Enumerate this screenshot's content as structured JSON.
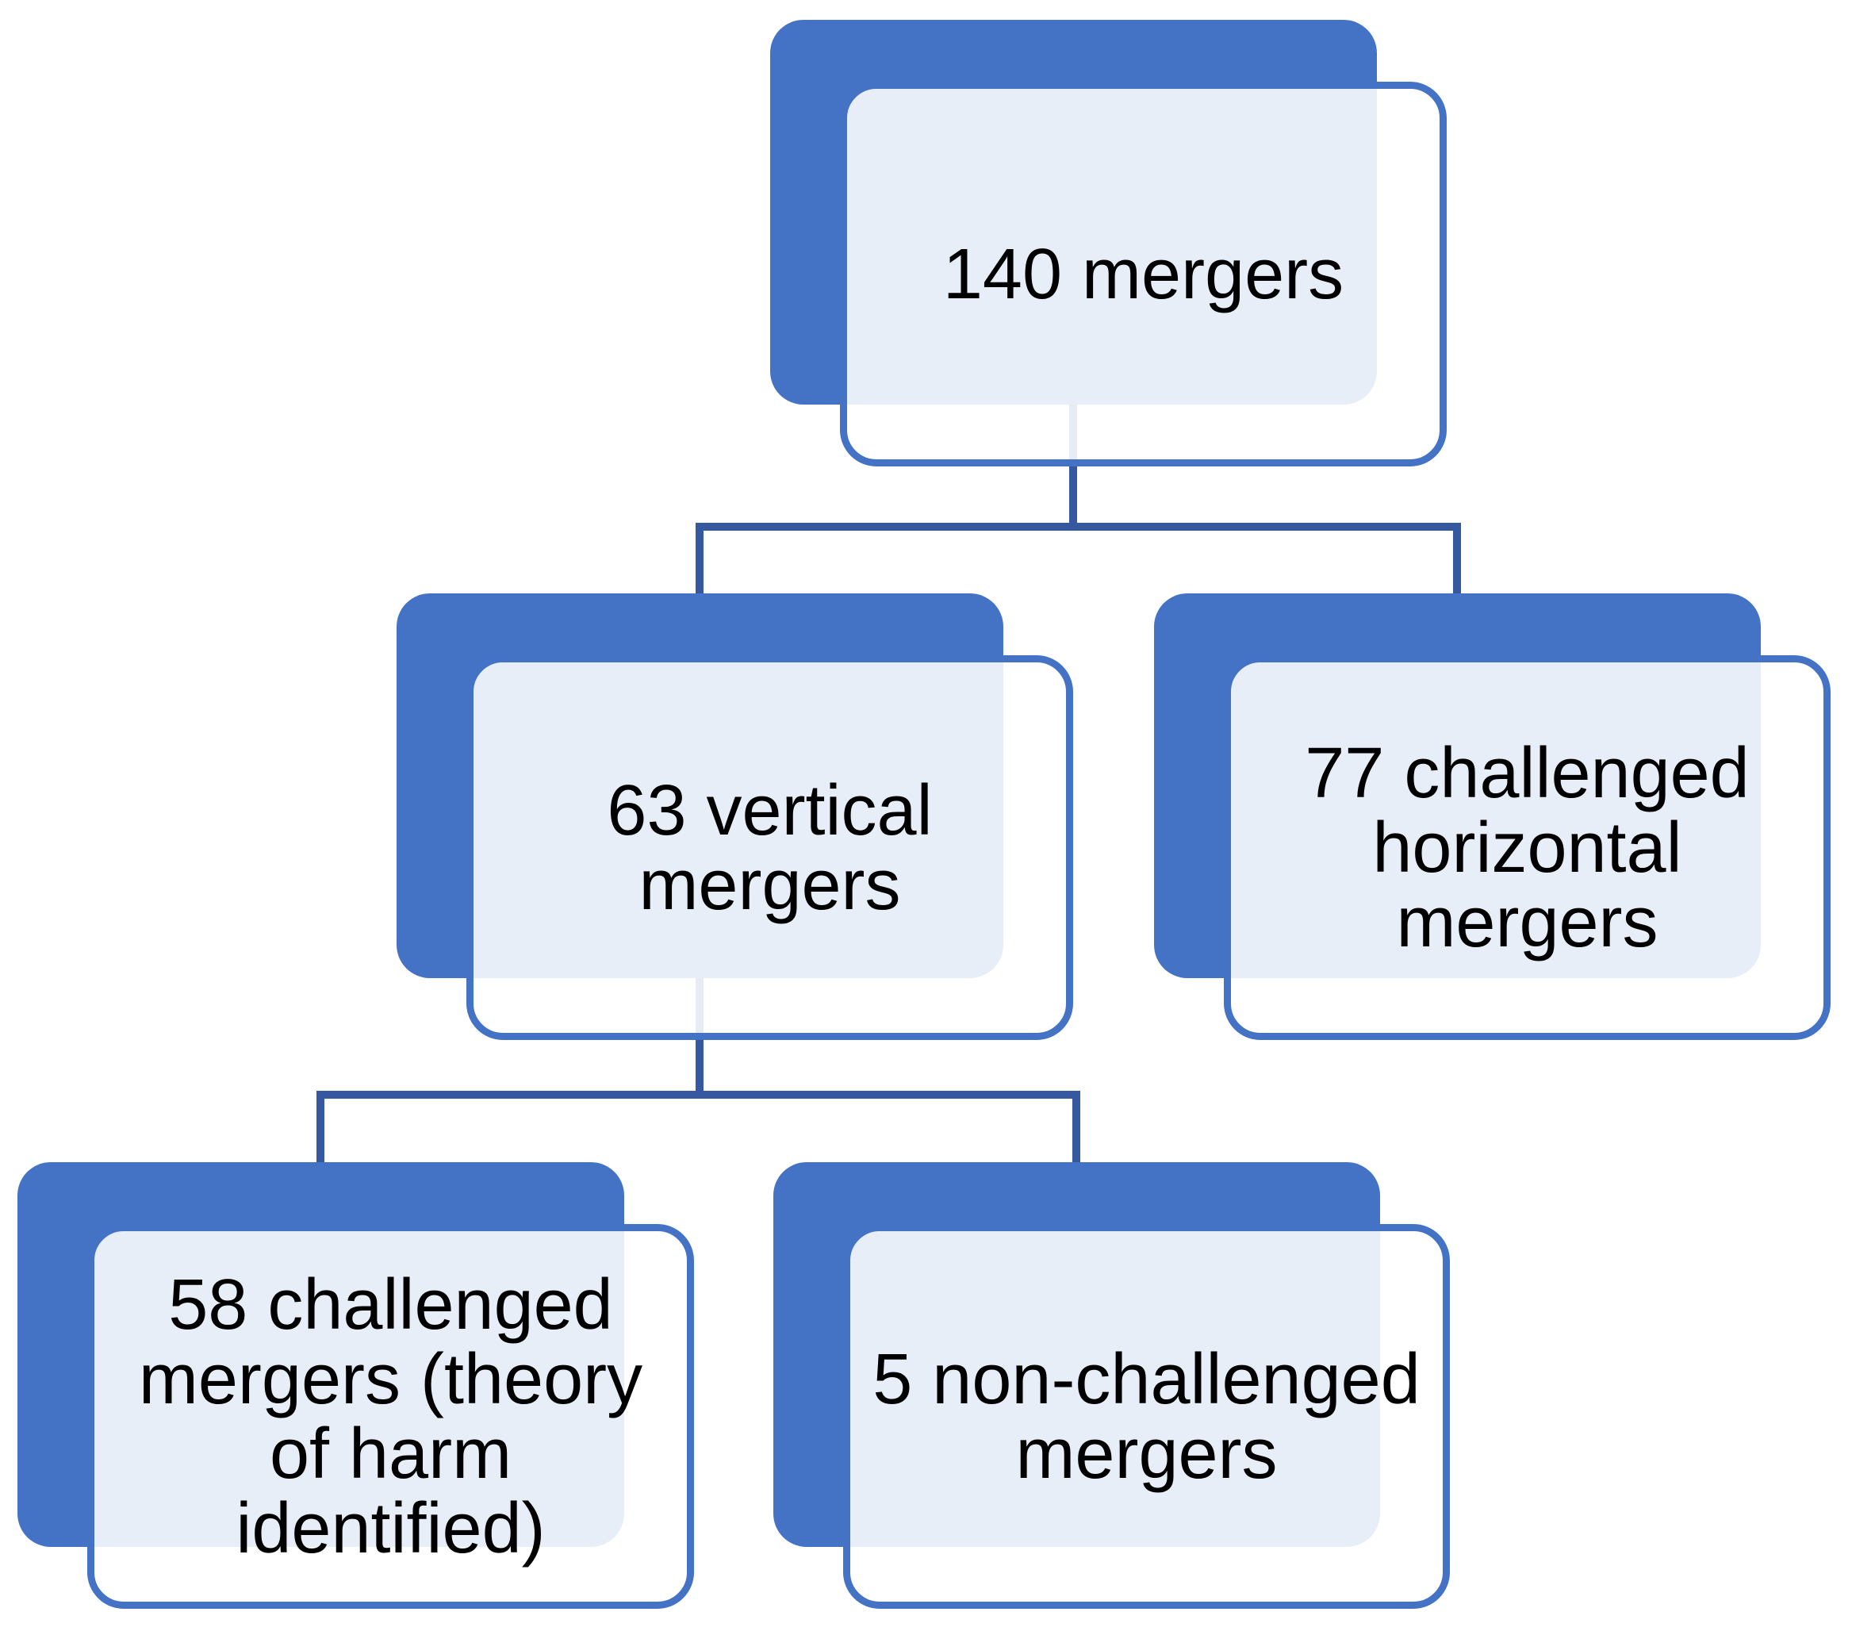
{
  "diagram": {
    "title": "Merger review hierarchy flowchart",
    "background": "#FFFFFF",
    "colors": {
      "box_fill": "#4472C4",
      "box_border": "#4472C4",
      "box_overlap_tint": "#E9EEF8",
      "connector": "#3558A0",
      "text": "#000000"
    },
    "nodes": {
      "root": {
        "label": "140 mergers",
        "value": 140
      },
      "l2left": {
        "label": "63 vertical\nmergers",
        "value": 63
      },
      "l2right": {
        "label": "77 challenged\nhorizontal\nmergers",
        "value": 77
      },
      "l3left": {
        "label": "58 challenged\nmergers (theory\nof harm\nidentified)",
        "value": 58
      },
      "l3right": {
        "label": "5 non-challenged\nmergers",
        "value": 5
      }
    },
    "edges": [
      {
        "from": "root",
        "to": "l2left"
      },
      {
        "from": "root",
        "to": "l2right"
      },
      {
        "from": "l2left",
        "to": "l3left"
      },
      {
        "from": "l2left",
        "to": "l3right"
      }
    ]
  }
}
